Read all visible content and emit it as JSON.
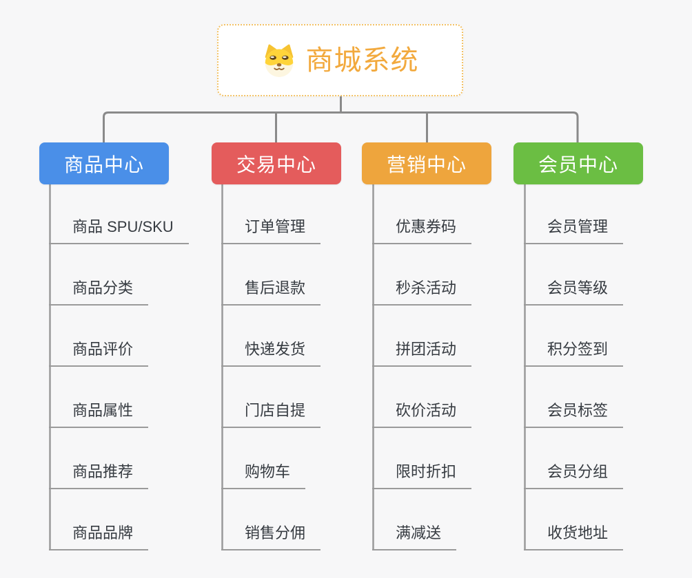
{
  "root": {
    "label": "商城系统",
    "icon": "shiba-dog-icon",
    "text_color": "#f2a93d",
    "border_color": "#f3c266"
  },
  "connector_color": "#8a8a8a",
  "underline_color": "#9a9a9a",
  "background_color": "#f7f7f8",
  "branches": [
    {
      "label": "商品中心",
      "color": "#4a8fe8",
      "children": [
        "商品 SPU/SKU",
        "商品分类",
        "商品评价",
        "商品属性",
        "商品推荐",
        "商品品牌"
      ]
    },
    {
      "label": "交易中心",
      "color": "#e45c5c",
      "children": [
        "订单管理",
        "售后退款",
        "快递发货",
        "门店自提",
        "购物车",
        "销售分佣"
      ]
    },
    {
      "label": "营销中心",
      "color": "#eea53d",
      "children": [
        "优惠券码",
        "秒杀活动",
        "拼团活动",
        "砍价活动",
        "限时折扣",
        "满减送"
      ]
    },
    {
      "label": "会员中心",
      "color": "#6bbe43",
      "children": [
        "会员管理",
        "会员等级",
        "积分签到",
        "会员标签",
        "会员分组",
        "收货地址"
      ]
    }
  ]
}
